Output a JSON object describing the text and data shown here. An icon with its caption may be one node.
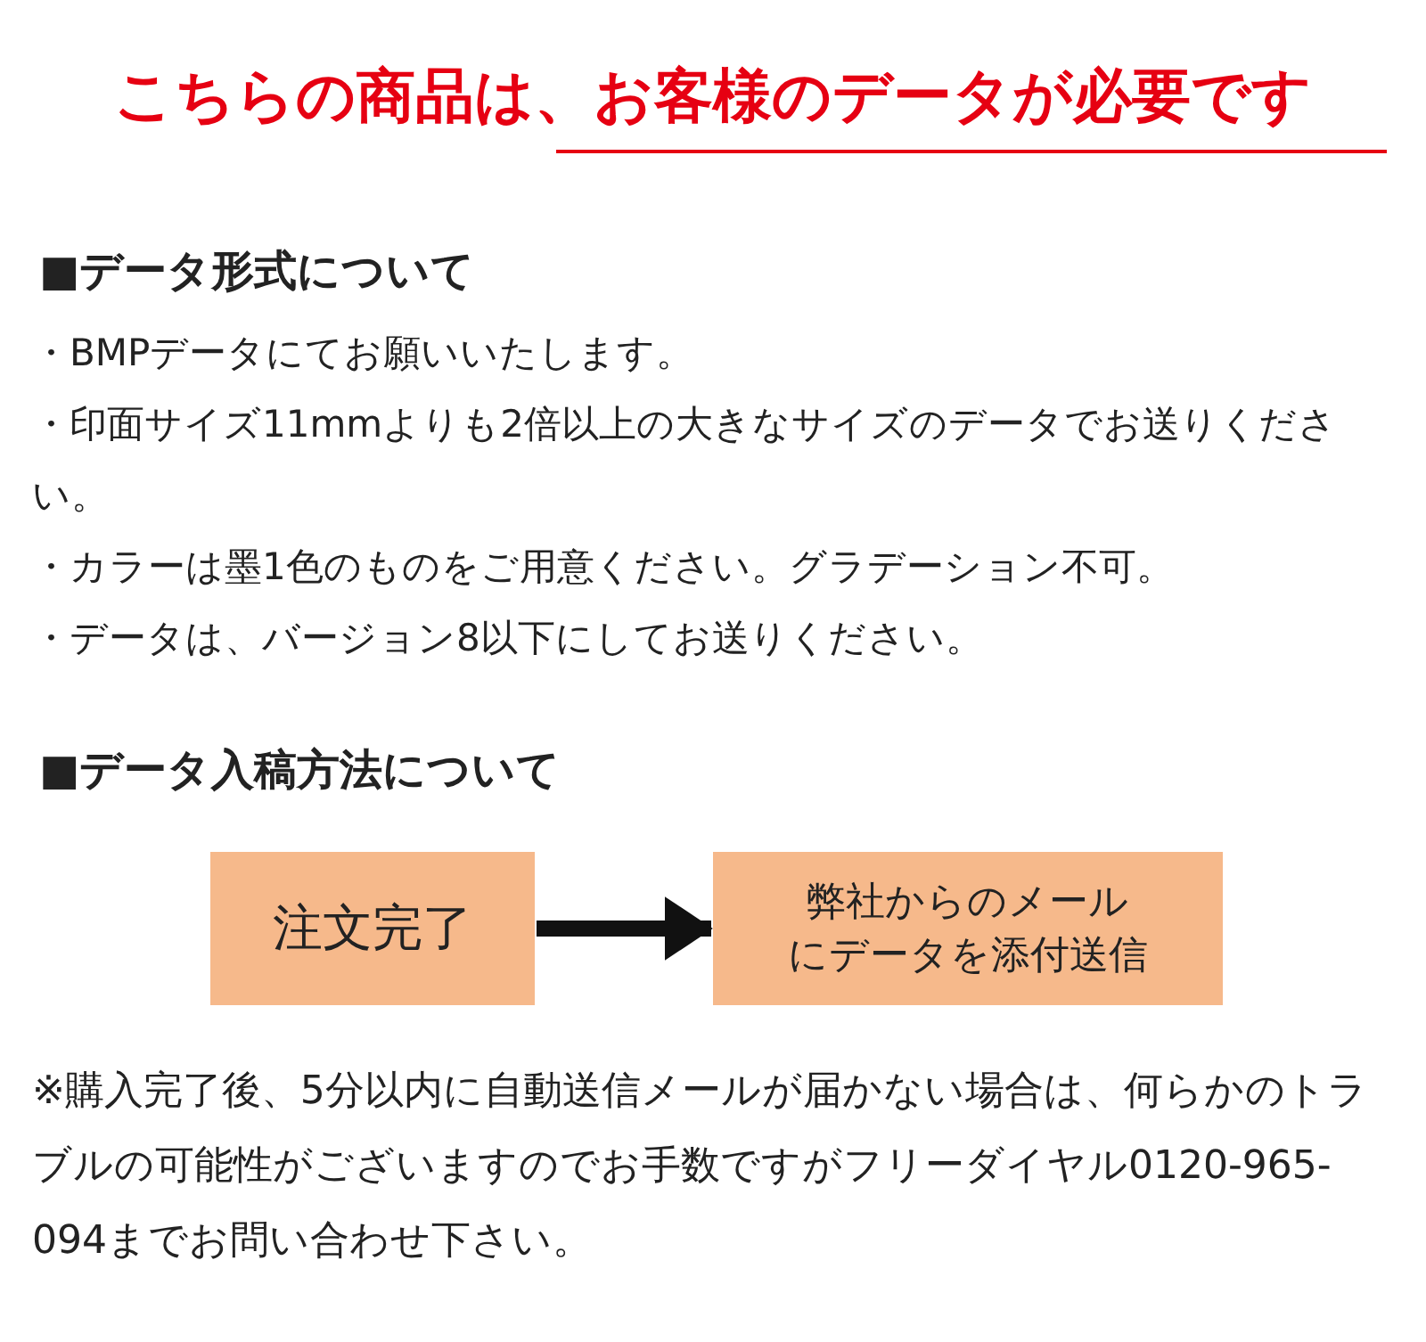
{
  "diagram": {
    "title": "こちらの商品は、お客様のデータが必要です",
    "nodes": [
      {
        "text": [
          "注文完了"
        ]
      },
      {
        "text": [
          "弊社からのメールにデータを添付送信"
        ]
      }
    ],
    "edges": [
      {
        "from": 0,
        "to": 1,
        "arrow": "to"
      }
    ],
    "labels": [
      "■データ形式について",
      "・BMPデータにてお願いいたします。",
      "・印面サイズ11mmよりも2倍以上の大きなサイズのデータでお送りください。",
      "・カラーは墨1色のものをご用意ください。グラデーション不可。",
      "・データは、バージョン8以下にしてお送りください。",
      "■データ入稿方法について",
      "※購入完了後、5分以内に自動送信メールが届かない場合は、何らかのトラブルの可能性がございますのでお手数ですがフリーダイヤル0120-965-094までお問い合わせ下さい。"
    ]
  }
}
